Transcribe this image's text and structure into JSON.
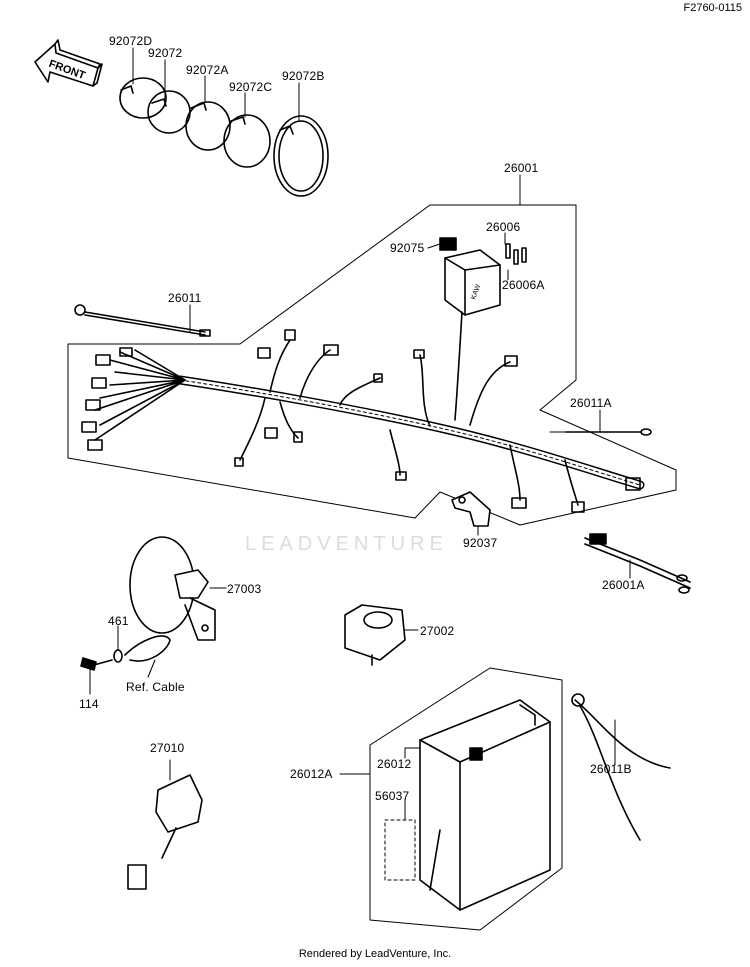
{
  "figure_code": "F2760-0115",
  "front_arrow": "FRONT",
  "watermark": "LEADVENTURE",
  "footer": "Rendered by LeadVenture, Inc.",
  "parts": {
    "p92072D": "92072D",
    "p92072": "92072",
    "p92072A": "92072A",
    "p92072C": "92072C",
    "p92072B": "92072B",
    "p26001": "26001",
    "p26006": "26006",
    "p92075": "92075",
    "p26006A": "26006A",
    "p26011": "26011",
    "p26011A": "26011A",
    "p92037": "92037",
    "p26001A": "26001A",
    "p27003": "27003",
    "p461": "461",
    "p114": "114",
    "refcable": "Ref. Cable",
    "p27002": "27002",
    "p27010": "27010",
    "p26012A": "26012A",
    "p26012": "26012",
    "p56037": "56037",
    "p26011B": "26011B"
  }
}
